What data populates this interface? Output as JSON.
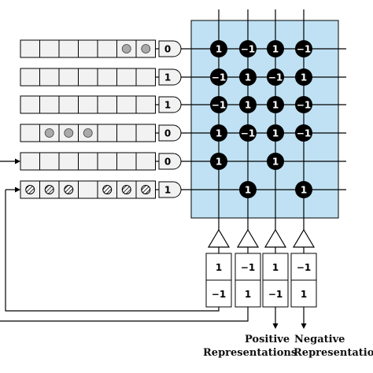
{
  "register_rows": [
    {
      "cells": [
        "empty",
        "empty",
        "empty",
        "empty",
        "empty",
        "gray",
        "gray"
      ],
      "output_bit": "0",
      "input_line": "none"
    },
    {
      "cells": [
        "empty",
        "empty",
        "empty",
        "empty",
        "empty",
        "empty",
        "empty"
      ],
      "output_bit": "1",
      "input_line": "none"
    },
    {
      "cells": [
        "empty",
        "empty",
        "empty",
        "empty",
        "empty",
        "empty",
        "empty"
      ],
      "output_bit": "1",
      "input_line": "none"
    },
    {
      "cells": [
        "empty",
        "gray",
        "gray",
        "gray",
        "empty",
        "empty",
        "empty"
      ],
      "output_bit": "0",
      "input_line": "none"
    },
    {
      "cells": [
        "empty",
        "empty",
        "empty",
        "empty",
        "empty",
        "empty",
        "empty"
      ],
      "output_bit": "0",
      "input_line": "external-arrow"
    },
    {
      "cells": [
        "hatched",
        "hatched",
        "hatched",
        "empty",
        "hatched",
        "hatched",
        "hatched"
      ],
      "output_bit": "1",
      "input_line": "feedback-arrow"
    }
  ],
  "crossbar": {
    "background_color": "#bfe1f3",
    "weights": [
      [
        "1",
        "−1",
        "1",
        "−1"
      ],
      [
        "−1",
        "1",
        "−1",
        "1"
      ],
      [
        "−1",
        "1",
        "1",
        "−1"
      ],
      [
        "1",
        "−1",
        "1",
        "−1"
      ],
      [
        "1",
        "",
        "1",
        ""
      ],
      [
        "",
        "1",
        "",
        "1"
      ]
    ]
  },
  "column_outputs": [
    {
      "top": "1",
      "bottom": "−1"
    },
    {
      "top": "−1",
      "bottom": "1"
    },
    {
      "top": "1",
      "bottom": "−1"
    },
    {
      "top": "−1",
      "bottom": "1"
    }
  ],
  "labels": {
    "positive_line1": "Positive",
    "positive_line2": "Representations",
    "negative_line1": "Negative",
    "negative_line2": "Representation"
  },
  "colors": {
    "node_fill": "#000000",
    "node_text": "#ffffff",
    "register_fill": "#f2f2f2",
    "gray_dot": "#aaaaaa",
    "line": "#000000"
  }
}
